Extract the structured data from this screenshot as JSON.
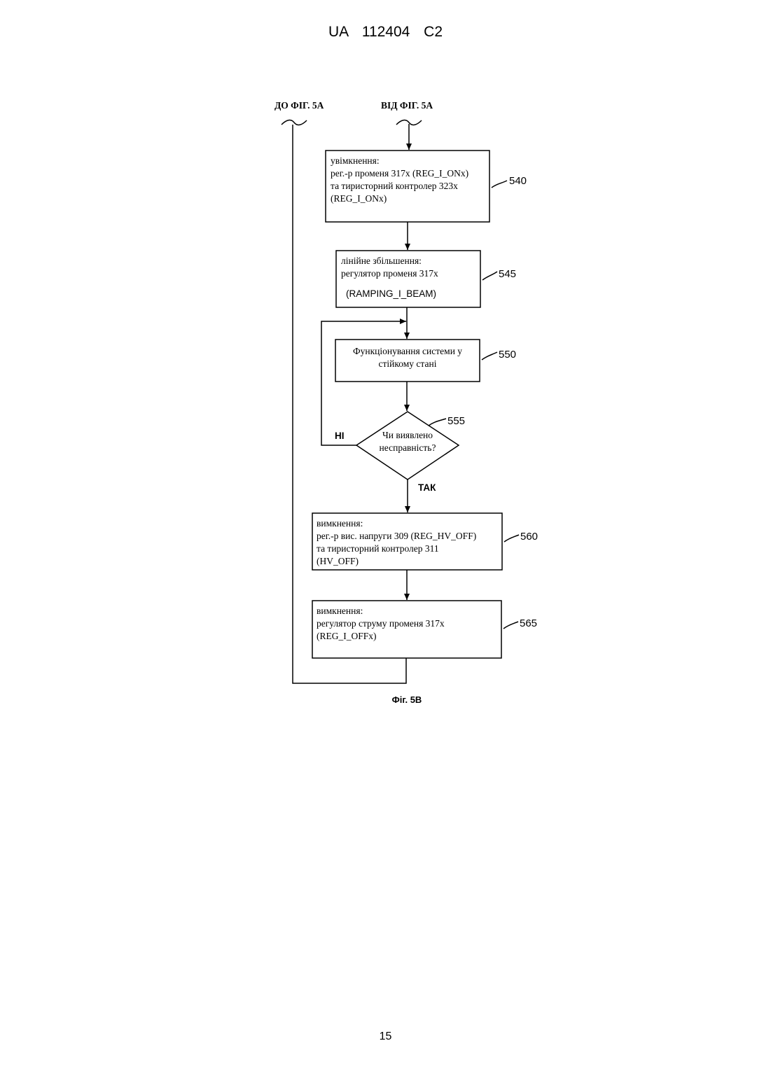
{
  "header": {
    "text": "UA 112404 C2"
  },
  "footer": {
    "page_number": "15"
  },
  "figure": {
    "caption": "Фіг. 5B",
    "offpage_left": "ДО ФІГ. 5А",
    "offpage_right": "ВІД ФІГ. 5А",
    "steps": [
      {
        "ref": "540",
        "lines": [
          "увімкнення:",
          "рег.-р променя 317x (REG_I_ONx)",
          "та тиристорний контролер 323x",
          "(REG_I_ONx)"
        ]
      },
      {
        "ref": "545",
        "lines": [
          "лінійне збільшення:",
          "регулятор променя 317x",
          "(RAMPING_I_BEAM)"
        ]
      },
      {
        "ref": "550",
        "lines": [
          "Функціонування системи у",
          "стійкому стані"
        ]
      },
      {
        "ref": "555",
        "lines": [
          "Чи виявлено",
          "несправність?"
        ]
      },
      {
        "ref": "560",
        "lines": [
          "вимкнення:",
          "рег.-р вис. напруги 309 (REG_HV_OFF)",
          "та тиристорний контролер 311",
          "(HV_OFF)"
        ]
      },
      {
        "ref": "565",
        "lines": [
          "вимкнення:",
          "регулятор струму променя 317x",
          "(REG_I_OFFx)"
        ]
      }
    ],
    "decision_no": "НІ",
    "decision_yes": "ТАК"
  }
}
